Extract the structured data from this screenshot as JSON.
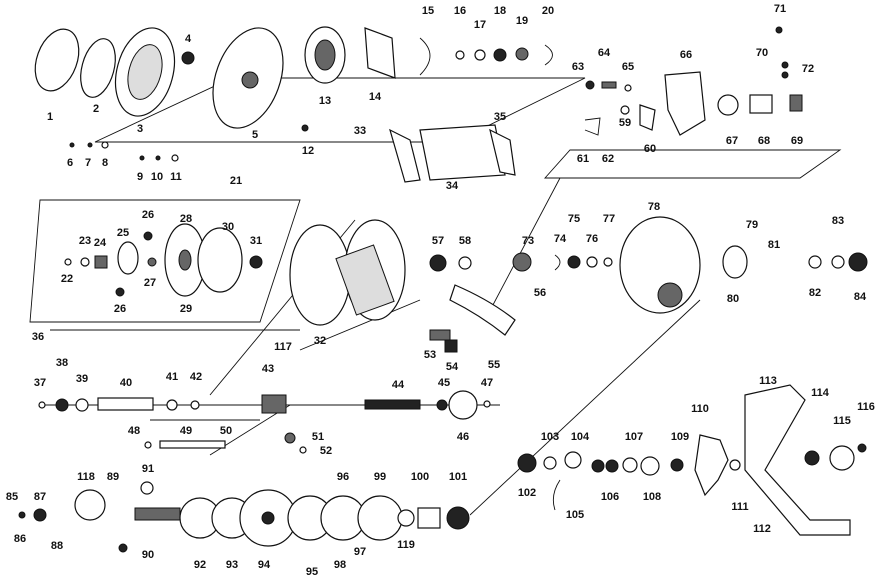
{
  "labels": [
    "1",
    "2",
    "3",
    "4",
    "5",
    "6",
    "7",
    "8",
    "9",
    "10",
    "11",
    "12",
    "13",
    "14",
    "15",
    "16",
    "17",
    "18",
    "19",
    "20",
    "21",
    "22",
    "23",
    "24",
    "25",
    "26",
    "27",
    "28",
    "29",
    "30",
    "31",
    "32",
    "33",
    "34",
    "35",
    "36",
    "37",
    "38",
    "39",
    "40",
    "41",
    "42",
    "43",
    "44",
    "45",
    "46",
    "47",
    "48",
    "49",
    "50",
    "51",
    "52",
    "53",
    "54",
    "55",
    "56",
    "57",
    "58",
    "59",
    "60",
    "61",
    "62",
    "63",
    "64",
    "65",
    "66",
    "67",
    "68",
    "69",
    "70",
    "71",
    "72",
    "73",
    "74",
    "75",
    "76",
    "77",
    "78",
    "79",
    "80",
    "81",
    "82",
    "83",
    "84",
    "85",
    "86",
    "87",
    "88",
    "89",
    "90",
    "91",
    "92",
    "93",
    "94",
    "95",
    "96",
    "97",
    "98",
    "99",
    "100",
    "101",
    "102",
    "103",
    "104",
    "105",
    "106",
    "107",
    "108",
    "109",
    "110",
    "111",
    "112",
    "113",
    "114",
    "115",
    "116",
    "117",
    "118",
    "119",
    "26"
  ]
}
